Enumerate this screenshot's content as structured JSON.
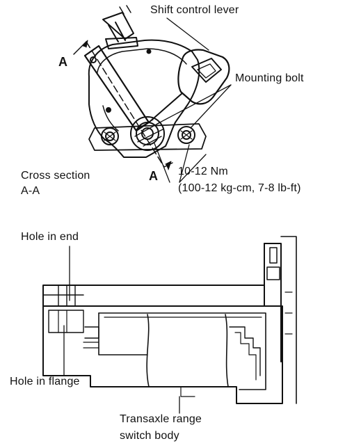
{
  "labels": {
    "shift_control_lever": "Shift control lever",
    "mounting_bolt": "Mounting bolt",
    "section_a_top": "A",
    "section_a_bottom": "A",
    "cross_section_line1": "Cross section",
    "cross_section_line2": "A-A",
    "torque_line1": "10-12 Nm",
    "torque_line2": "(100-12 kg-cm, 7-8 lb-ft)",
    "hole_in_end": "Hole in end",
    "hole_in_flange": "Hole in flange",
    "switch_body_line1": "Transaxle range",
    "switch_body_line2": "switch body"
  },
  "colors": {
    "ink": "#111111",
    "paper": "#ffffff"
  }
}
